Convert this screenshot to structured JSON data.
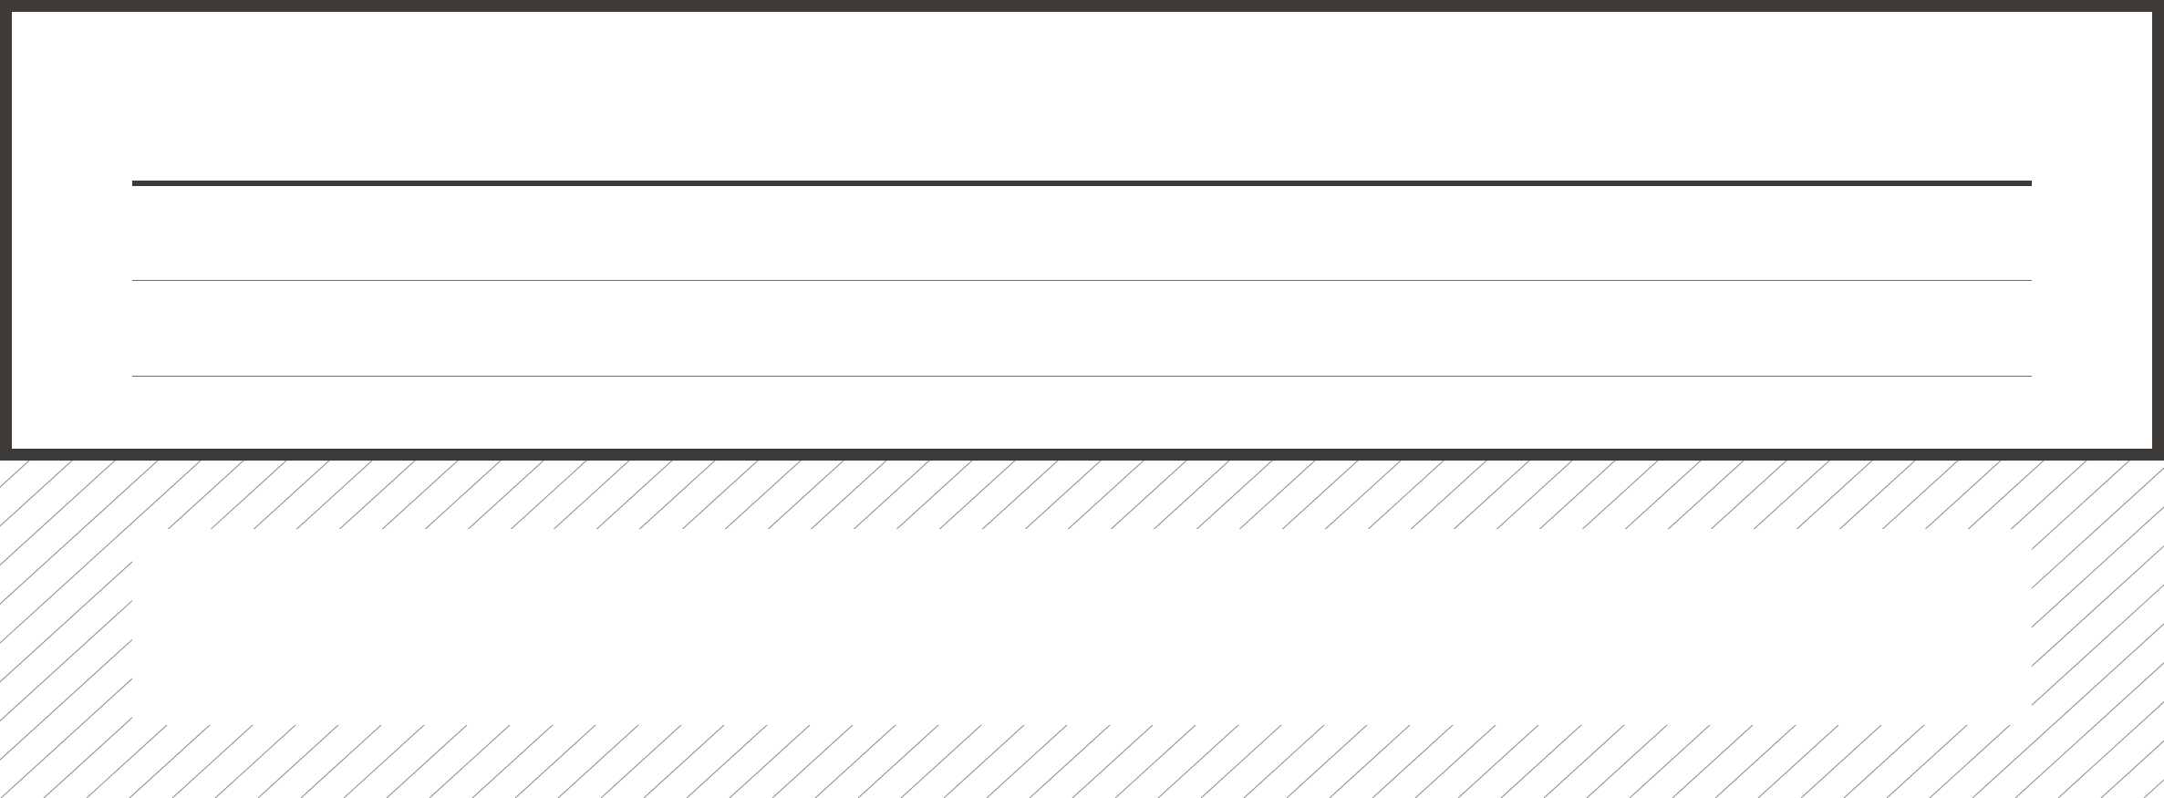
{
  "colors": {
    "frame_border": "#3d3a38",
    "thin_rule": "#6b6866",
    "hatch_line": "#8a8886",
    "background": "#ffffff"
  },
  "diagram": {
    "frame": {},
    "rules": [
      {
        "kind": "thick"
      },
      {
        "kind": "thin"
      },
      {
        "kind": "thin"
      }
    ],
    "hatched_region": {
      "pattern": "diagonal-hatch"
    }
  }
}
